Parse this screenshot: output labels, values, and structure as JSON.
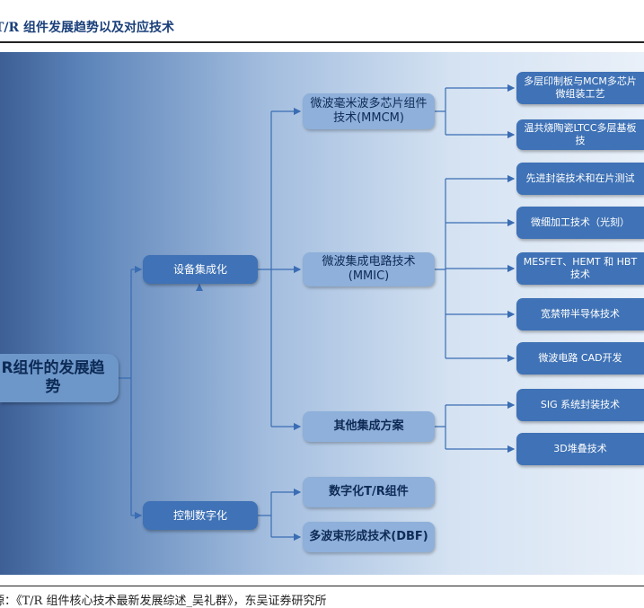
{
  "title": "T/R 组件发展趋势以及对应技术",
  "source": "源：《T/R 组件核心技术最新发展综述_吴礼群》，东吴证券研究所",
  "diagram": {
    "root": "R组件的发展趋势",
    "branches": [
      {
        "label": "设备集成化",
        "children": [
          {
            "label": "微波毫米波多芯片组件技术(MMCM)",
            "children": [
              "多层印制板与MCM多芯片微组装工艺",
              "温共烧陶瓷LTCC多层基板技"
            ]
          },
          {
            "label": "微波集成电路技术(MMIC)",
            "children": [
              "先进封装技术和在片测试",
              "微细加工技术（光刻）",
              "MESFET、HEMT 和 HBT 技术",
              "宽禁带半导体技术",
              "微波电路 CAD开发"
            ]
          },
          {
            "label": "其他集成方案",
            "children": [
              "SIG 系统封装技术",
              "3D堆叠技术"
            ]
          }
        ]
      },
      {
        "label": "控制数字化",
        "children": [
          {
            "label": "数字化T/R组件"
          },
          {
            "label": "多波束形成技术(DBF)"
          }
        ]
      }
    ]
  },
  "colors": {
    "dark_box": "#3f72b6",
    "light_box": "#8eb0da",
    "root_box": "#6e97c9",
    "connector": "#3a6db3"
  }
}
